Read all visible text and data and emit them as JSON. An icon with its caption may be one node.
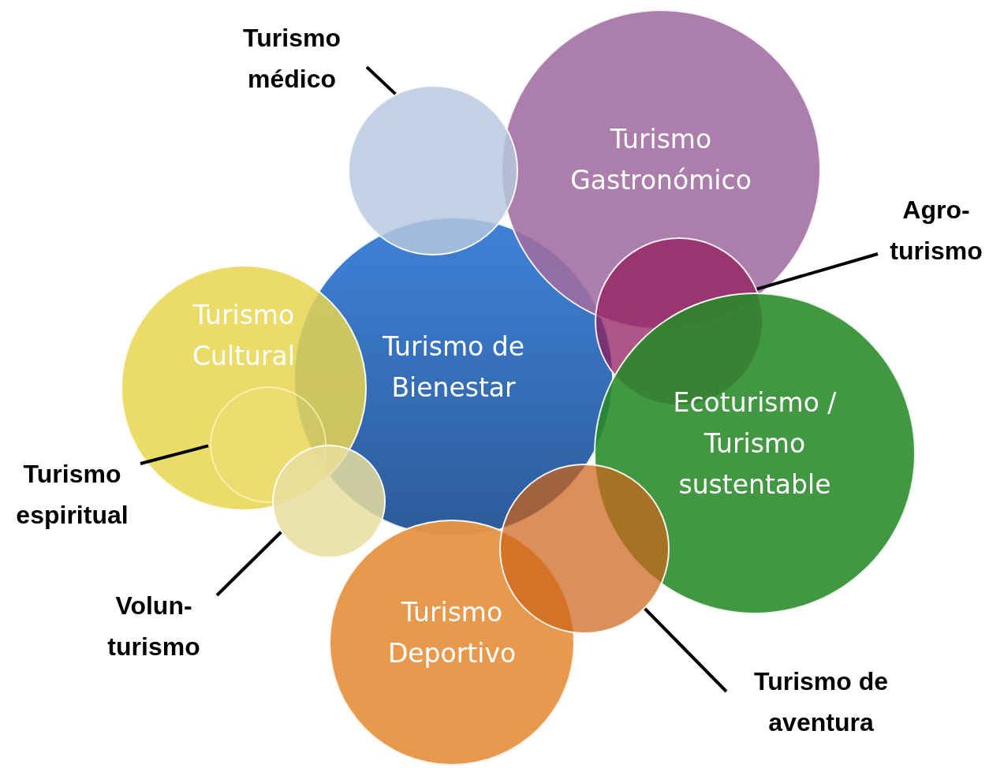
{
  "diagram": {
    "nodes": [
      {
        "text": [
          "Turismo médico"
        ]
      },
      {
        "text": [],
        "shape": "circle"
      },
      {
        "text": [
          "Turismo Gastronómico"
        ]
      },
      {
        "text": [
          "Agro- turismo"
        ]
      },
      {
        "text": [],
        "shape": "circle"
      },
      {
        "text": [
          "Turismo de Bienestar"
        ]
      },
      {
        "text": [
          "Turismo Cultural"
        ]
      },
      {
        "text": [],
        "shape": "circle",
        "in": 6
      },
      {
        "text": [
          "Ecoturismo / Turismo sustentable"
        ]
      },
      {
        "text": [
          "Turismo espiritual"
        ]
      },
      {
        "text": [],
        "shape": "circle"
      },
      {
        "text": [
          "Volun- turismo"
        ]
      },
      {
        "text": [],
        "shape": "circle"
      },
      {
        "text": [
          "Turismo Deportivo"
        ]
      },
      {
        "text": [
          "Turismo de aventura"
        ]
      }
    ],
    "edges": [
      {
        "from": 0,
        "to": 1,
        "arrow": "none"
      },
      {
        "from": 3,
        "to": 4,
        "arrow": "none"
      },
      {
        "from": 9,
        "to": 7,
        "arrow": "none"
      },
      {
        "from": 11,
        "to": 10,
        "arrow": "none"
      },
      {
        "from": 14,
        "to": 12,
        "arrow": "none"
      }
    ]
  }
}
